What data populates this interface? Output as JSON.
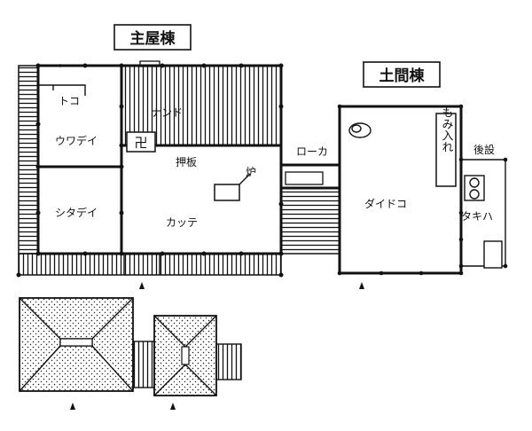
{
  "titles": {
    "main_building": "主屋棟",
    "earthen_building": "土間棟"
  },
  "rooms": {
    "toko": "トコ",
    "nando": "ナンド",
    "uwadei": "ウワデイ",
    "shitadei": "シタデイ",
    "ita": "押板",
    "ro": "炉",
    "katte": "カッテ",
    "roka": "ローカ",
    "daidoko": "ダイドコ",
    "momiire": "もみ入れ",
    "kousetsu": "後設",
    "takiha": "タキハ"
  },
  "symbols": {
    "manji": "卍"
  }
}
